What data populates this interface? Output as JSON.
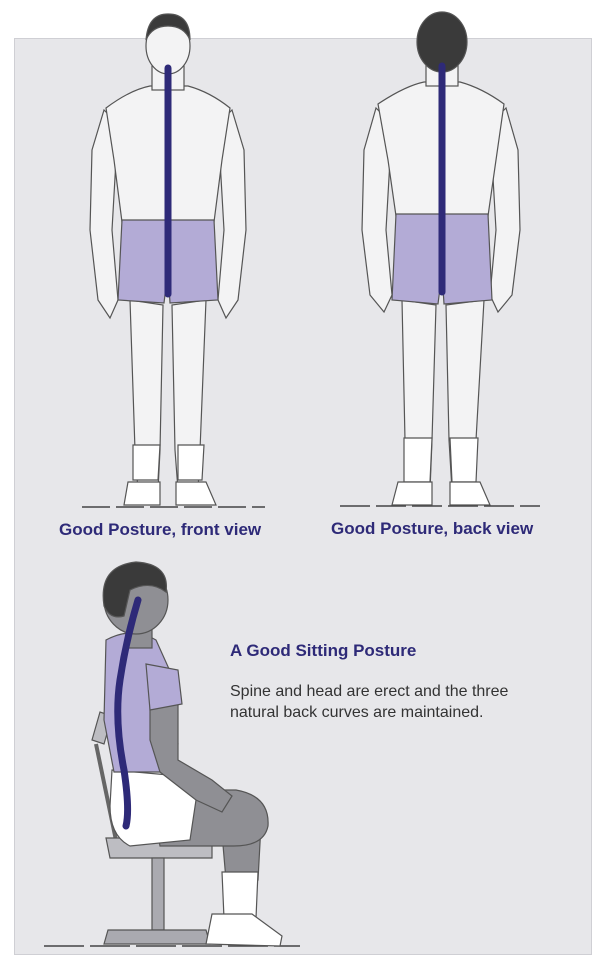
{
  "captions": {
    "front": "Good Posture, front view",
    "back": "Good Posture, back view"
  },
  "sitting": {
    "title": "A Good Sitting Posture",
    "description": "Spine and head are erect and the three natural back curves are maintained."
  },
  "colors": {
    "panel_bg": "#e7e7ea",
    "skin": "#f3f3f4",
    "shorts": "#b3abd6",
    "spine_line": "#2e2a78",
    "hair": "#3a3a3a",
    "caption_text": "#2e2a78"
  }
}
